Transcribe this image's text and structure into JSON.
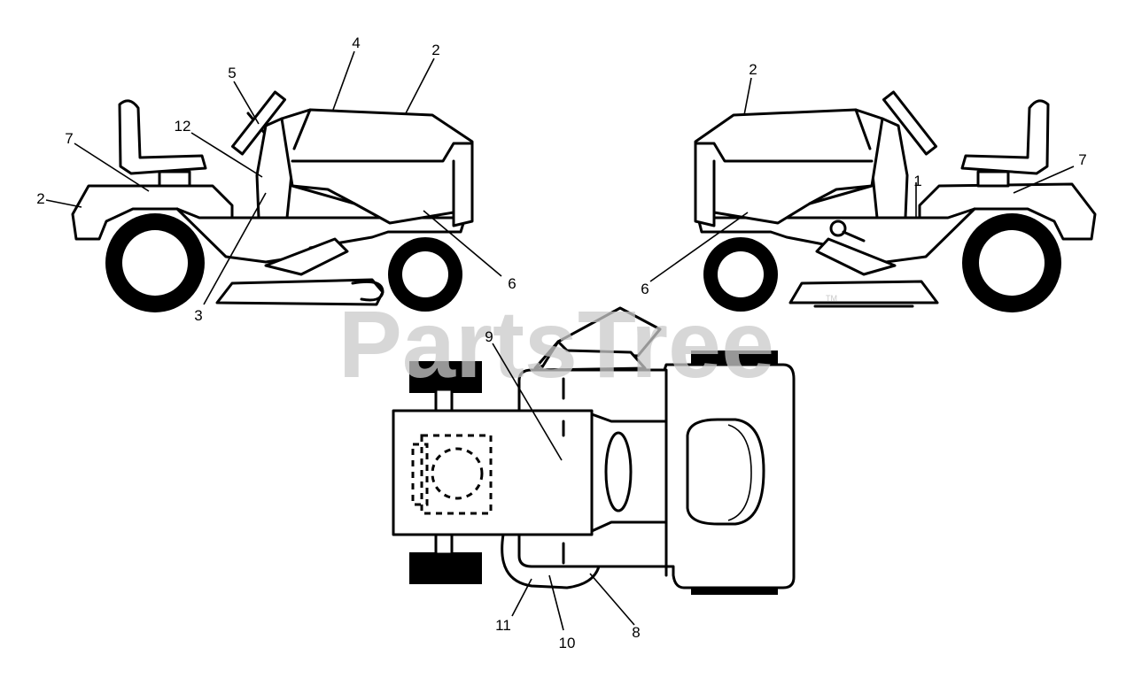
{
  "watermark": {
    "text": "PartsTree",
    "trademark": "TM"
  },
  "callouts": {
    "left_view": [
      "4",
      "2",
      "5",
      "12",
      "7",
      "2",
      "3",
      "6"
    ],
    "right_view": [
      "2",
      "1",
      "7",
      "6"
    ],
    "top_view": [
      "9",
      "11",
      "10",
      "8"
    ]
  }
}
